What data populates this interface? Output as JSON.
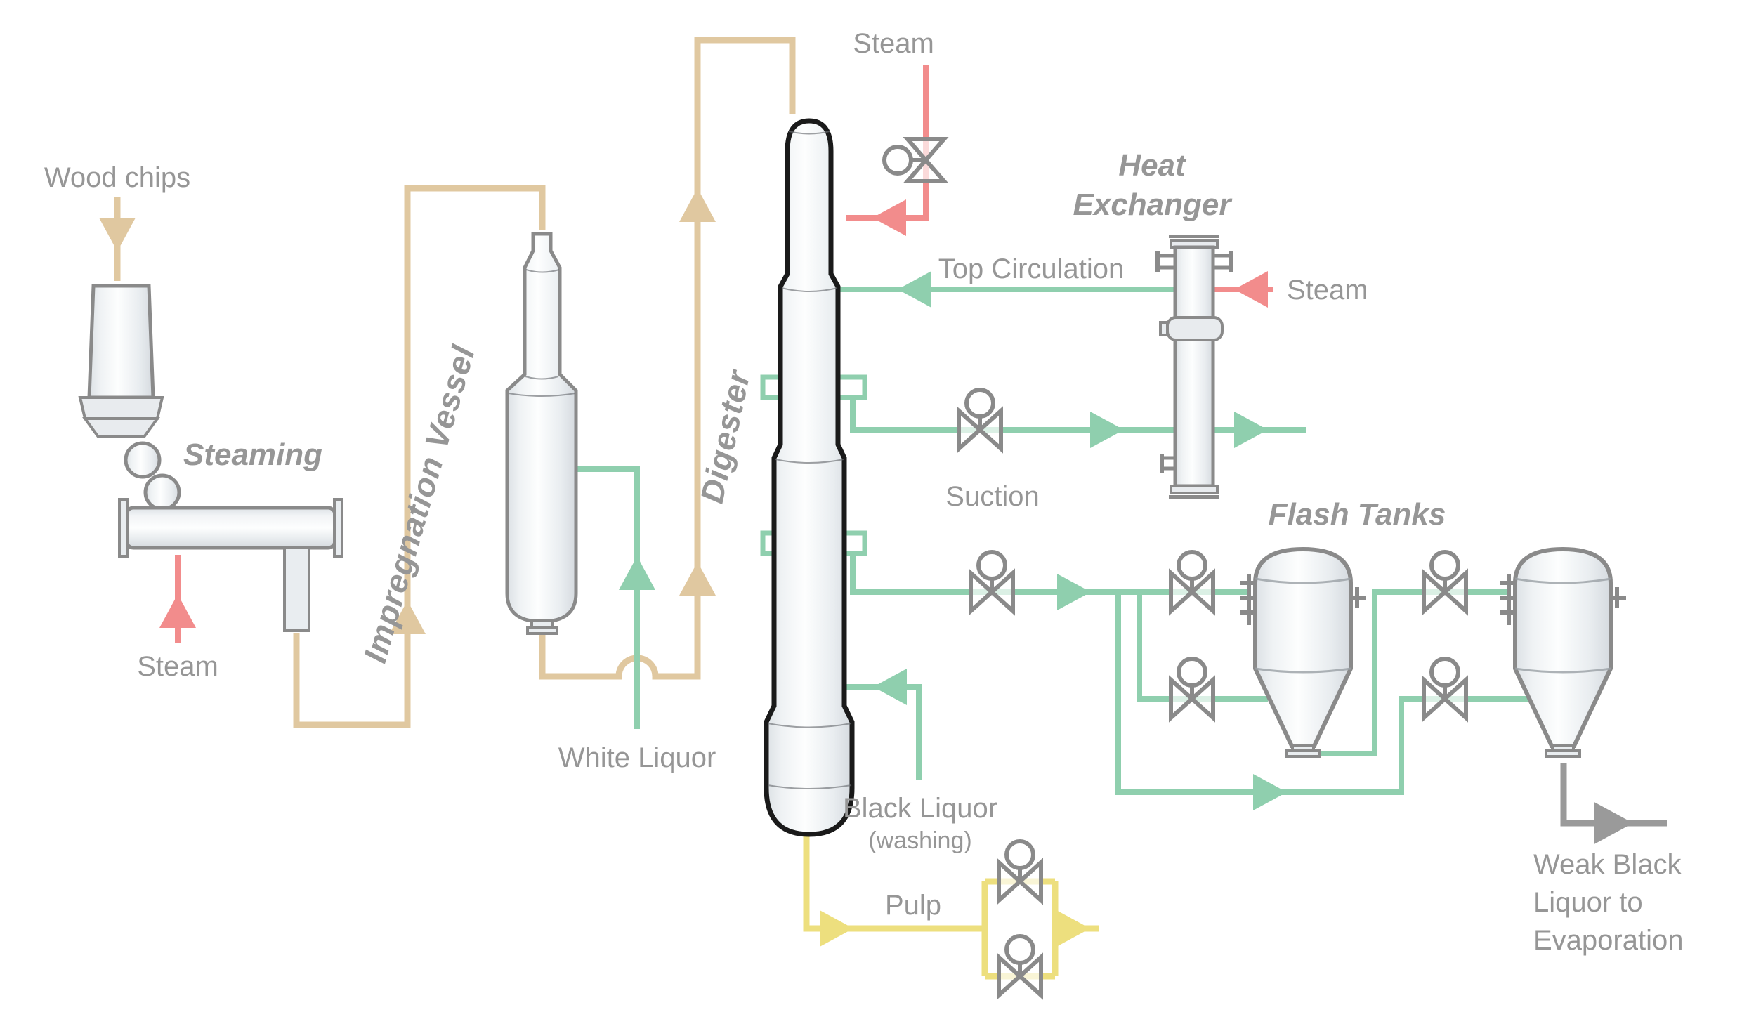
{
  "colors": {
    "chips": "#E0C8A0",
    "steam": "#F28C8C",
    "liquor": "#8FCFAE",
    "pulp": "#EDDF7E",
    "weak_black": "#9A9A9A",
    "outline": "#8A8A8A",
    "digester_outline": "#1A1A1A",
    "text": "#969696"
  },
  "labels": {
    "wood_chips": "Wood chips",
    "steaming": "Steaming",
    "steam": "Steam",
    "impregnation_vessel": "Impregnation Vessel",
    "white_liquor": "White Liquor",
    "digester": "Digester",
    "top_circulation": "Top Circulation",
    "heat_exchanger_line1": "Heat",
    "heat_exchanger_line2": "Exchanger",
    "suction": "Suction",
    "flash_tanks": "Flash Tanks",
    "black_liquor": "Black Liquor",
    "black_liquor_sub": "(washing)",
    "pulp": "Pulp",
    "weak_black_line1": "Weak Black",
    "weak_black_line2": "Liquor to",
    "weak_black_line3": "Evaporation"
  },
  "equipment": [
    "Steaming vessel with chip bin",
    "Impregnation Vessel",
    "Digester",
    "Heat Exchanger",
    "Flash Tank 1",
    "Flash Tank 2"
  ],
  "streams": [
    {
      "name": "Wood chips",
      "color_key": "chips",
      "route": "chip bin -> steaming -> impregnation vessel -> digester top"
    },
    {
      "name": "Steam",
      "color_key": "steam",
      "route": "into steaming vessel, digester top valve, heat exchanger"
    },
    {
      "name": "White Liquor",
      "color_key": "liquor",
      "route": "into impregnation vessel"
    },
    {
      "name": "Top Circulation",
      "color_key": "liquor",
      "route": "heat exchanger -> digester top"
    },
    {
      "name": "Suction",
      "color_key": "liquor",
      "route": "digester screens -> heat exchanger / flash tanks"
    },
    {
      "name": "Black Liquor (washing)",
      "color_key": "liquor",
      "route": "into digester bottom"
    },
    {
      "name": "Pulp",
      "color_key": "pulp",
      "route": "digester bottom -> blow valves"
    },
    {
      "name": "Weak Black Liquor to Evaporation",
      "color_key": "weak_black",
      "route": "flash tank 2 bottom outlet"
    }
  ]
}
